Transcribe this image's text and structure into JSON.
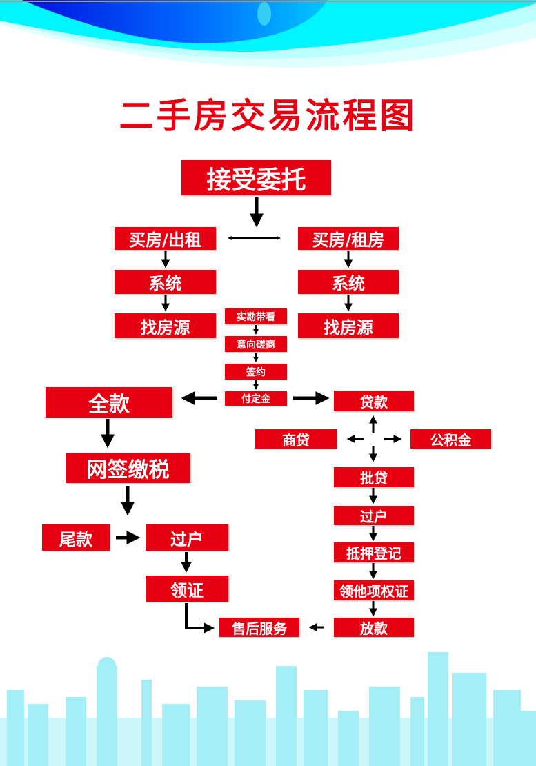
{
  "title": "二手房交易流程图",
  "colors": {
    "box": "#e60012",
    "arrow": "#000000",
    "header_blue": "#0a3cf0",
    "header_cyan": "#00f5ff"
  },
  "steps": {
    "accept": "接受委托",
    "seller": "买房/出租",
    "buyer": "买房/租房",
    "system_left": "系统",
    "system_right": "系统",
    "find_left": "找房源",
    "find_right": "找房源",
    "survey": "实勘带看",
    "negotiate": "意向磋商",
    "sign": "签约",
    "deposit": "付定金",
    "full_payment": "全款",
    "online_sign_tax": "网签缴税",
    "balance": "尾款",
    "transfer_left": "过户",
    "certificate": "领证",
    "loan": "贷款",
    "commercial_loan": "商贷",
    "provident_fund": "公积金",
    "loan_approval": "批贷",
    "transfer_right": "过户",
    "mortgage_registration": "抵押登记",
    "other_rights_cert": "领他项权证",
    "disbursement": "放款",
    "after_sales": "售后服务"
  }
}
